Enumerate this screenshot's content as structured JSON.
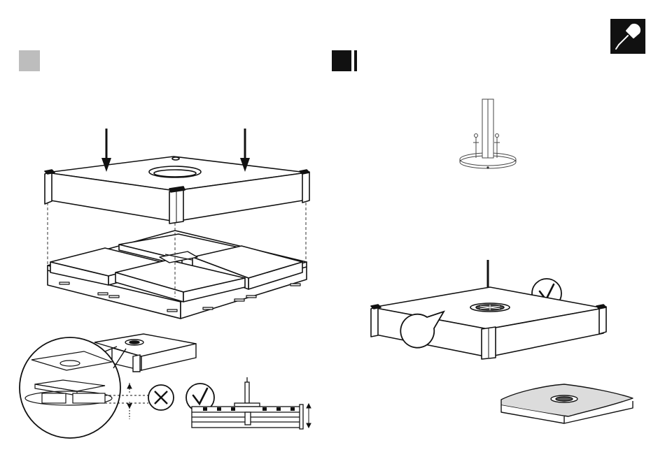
{
  "colors": {
    "step_marker_grey": "#bdbdbd",
    "step_marker_black": "#111111",
    "line": "#111111",
    "panel_fill": "#ffffff",
    "tile_fill": "#f2f2f2",
    "cover_fill": "#dedede",
    "thin_line": "#777777"
  },
  "icons": {
    "tool_badge": "screwdriver-icon",
    "incorrect": "cross-circle-icon",
    "correct": "check-circle-icon",
    "press": "down-arrow-icon"
  },
  "steps": [
    {
      "marker": "grey-square",
      "name": "assemble-base-with-tiles"
    },
    {
      "marker": "black-square",
      "name": "insert-pole-and-cover"
    }
  ]
}
